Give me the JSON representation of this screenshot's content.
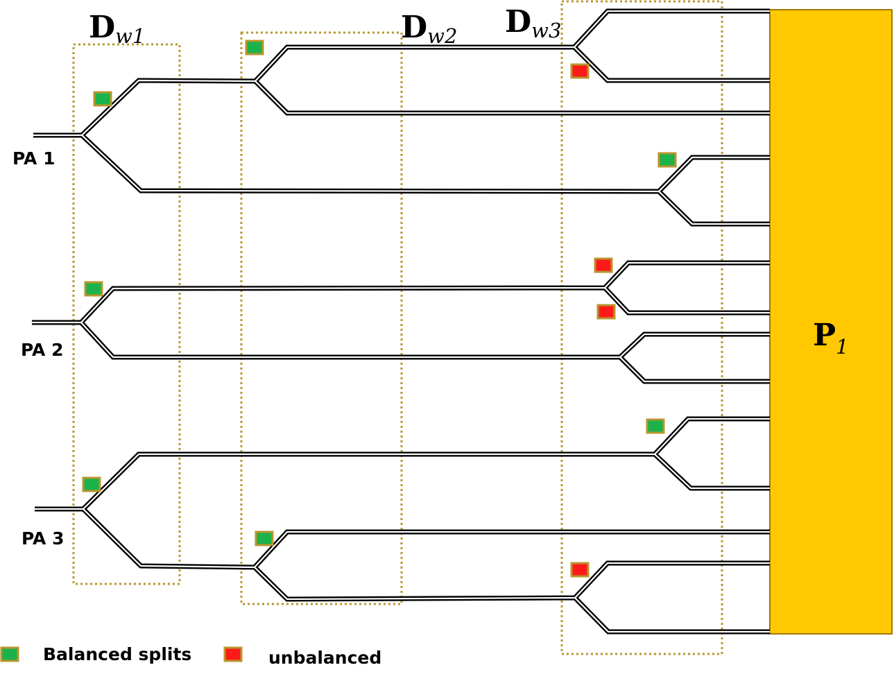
{
  "inputs": [
    {
      "id": "pa1",
      "label": "PA 1"
    },
    {
      "id": "pa2",
      "label": "PA 2"
    },
    {
      "id": "pa3",
      "label": "PA 3"
    }
  ],
  "groups": [
    {
      "id": "dw1",
      "base": "D",
      "sub": "w1"
    },
    {
      "id": "dw2",
      "base": "D",
      "sub": "w2"
    },
    {
      "id": "dw3",
      "base": "D",
      "sub": "w3"
    }
  ],
  "block": {
    "base": "P",
    "sub": "1",
    "color": "#FFC800"
  },
  "legend": {
    "balanced_label": "Balanced splits",
    "unbalanced_label": "unbalanced"
  },
  "colors": {
    "balanced": "#1BB24B",
    "unbalanced": "#FF1A1A",
    "marker_border": "#B8962E",
    "box_outline": "#B8962E",
    "waveguide": "#000000"
  },
  "splits": [
    {
      "id": "pa1-dw1",
      "kind": "balanced"
    },
    {
      "id": "pa1-dw2",
      "kind": "balanced"
    },
    {
      "id": "pa1-dw3-top",
      "kind": "unbalanced"
    },
    {
      "id": "pa1-dw3-bottom",
      "kind": "balanced"
    },
    {
      "id": "pa2-dw1",
      "kind": "balanced"
    },
    {
      "id": "pa2-dw3-top-a",
      "kind": "unbalanced"
    },
    {
      "id": "pa2-dw3-top-b",
      "kind": "unbalanced"
    },
    {
      "id": "pa3-dw1",
      "kind": "balanced"
    },
    {
      "id": "pa3-dw3-top",
      "kind": "balanced"
    },
    {
      "id": "pa3-dw2",
      "kind": "balanced"
    },
    {
      "id": "pa3-dw3-bottom",
      "kind": "unbalanced"
    }
  ]
}
